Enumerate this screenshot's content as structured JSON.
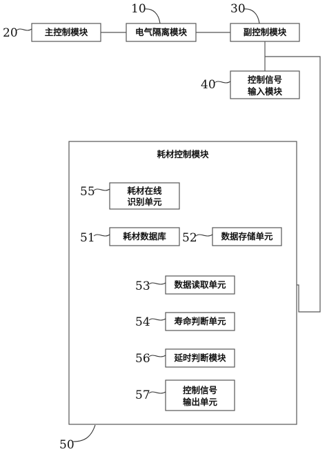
{
  "modules": {
    "main_control": "主控制模块",
    "electrical_isolation": "电气隔离模块",
    "secondary_control": "副控制模块",
    "control_signal_input_line1": "控制信号",
    "control_signal_input_line2": "输入模块",
    "consumable_control": "耗材控制模块",
    "online_recognition_line1": "耗材在线",
    "online_recognition_line2": "识别单元",
    "consumable_database": "耗材数据库",
    "data_storage": "数据存储单元",
    "data_reading": "数据读取单元",
    "lifespan_judgment": "寿命判断单元",
    "delay_judgment": "延时判断模块",
    "control_signal_output_line1": "控制信号",
    "control_signal_output_line2": "输出单元"
  },
  "ref_numbers": {
    "main_control": "20",
    "electrical_isolation": "10",
    "secondary_control": "30",
    "control_signal_input": "40",
    "consumable_control": "50",
    "online_recognition": "55",
    "consumable_database": "51",
    "data_storage": "52",
    "data_reading": "53",
    "lifespan_judgment": "54",
    "delay_judgment": "56",
    "control_signal_output": "57"
  }
}
